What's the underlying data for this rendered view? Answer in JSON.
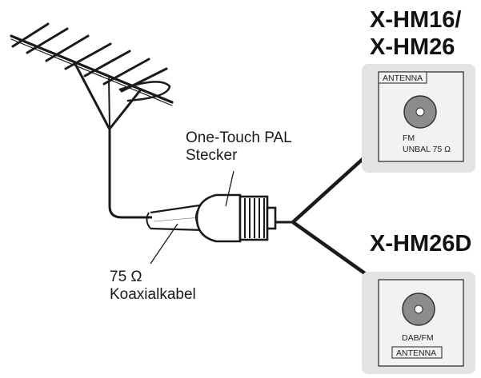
{
  "models": {
    "top_line1": "X-HM16/",
    "top_line2": "X-HM26",
    "bottom": "X-HM26D"
  },
  "connector": {
    "label_line1": "One-Touch PAL",
    "label_line2": "Stecker"
  },
  "cable": {
    "label_line1": "75 Ω",
    "label_line2": "Koaxialkabel"
  },
  "panel_top": {
    "header": "ANTENNA",
    "line1": "FM",
    "line2": "UNBAL 75 Ω"
  },
  "panel_bottom": {
    "line1": "DAB/FM",
    "footer": "ANTENNA"
  },
  "colors": {
    "panel_fill": "#e3e3e3",
    "panel_inner": "#f2f2f2",
    "jack_fill": "#8c8c8c",
    "line": "#1a1a1a"
  }
}
